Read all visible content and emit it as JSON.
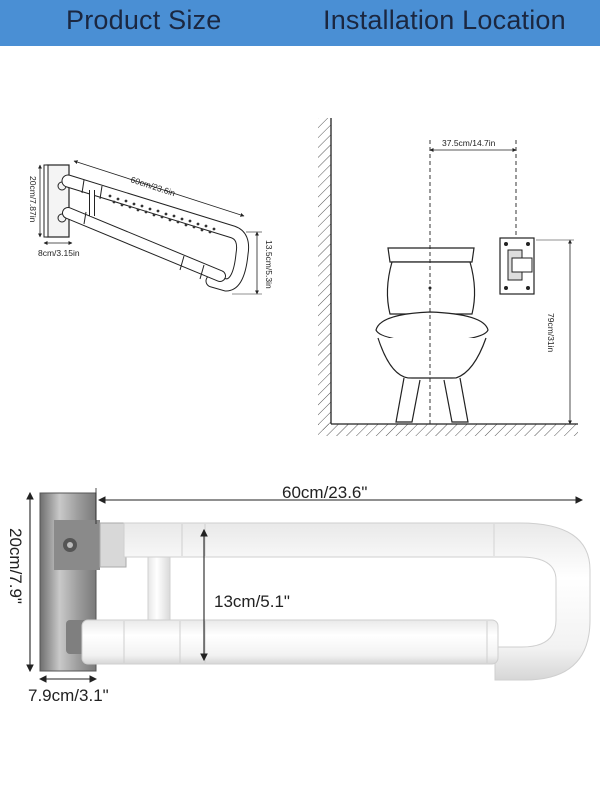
{
  "header": {
    "left_title": "Product Size",
    "right_title": "Installation Location"
  },
  "small_diagram": {
    "length": "60cm/23.6in",
    "plate_height": "20cm/7.87in",
    "plate_width": "8cm/3.15in",
    "bar_spacing": "13.5cm/5.3in"
  },
  "install_diagram": {
    "offset": "37.5cm/14.7in",
    "mount_height": "79cm/31in"
  },
  "large_diagram": {
    "length": "60cm/23.6\"",
    "plate_height": "20cm/7.9\"",
    "plate_width": "7.9cm/3.1\"",
    "bar_spacing": "13cm/5.1\""
  }
}
